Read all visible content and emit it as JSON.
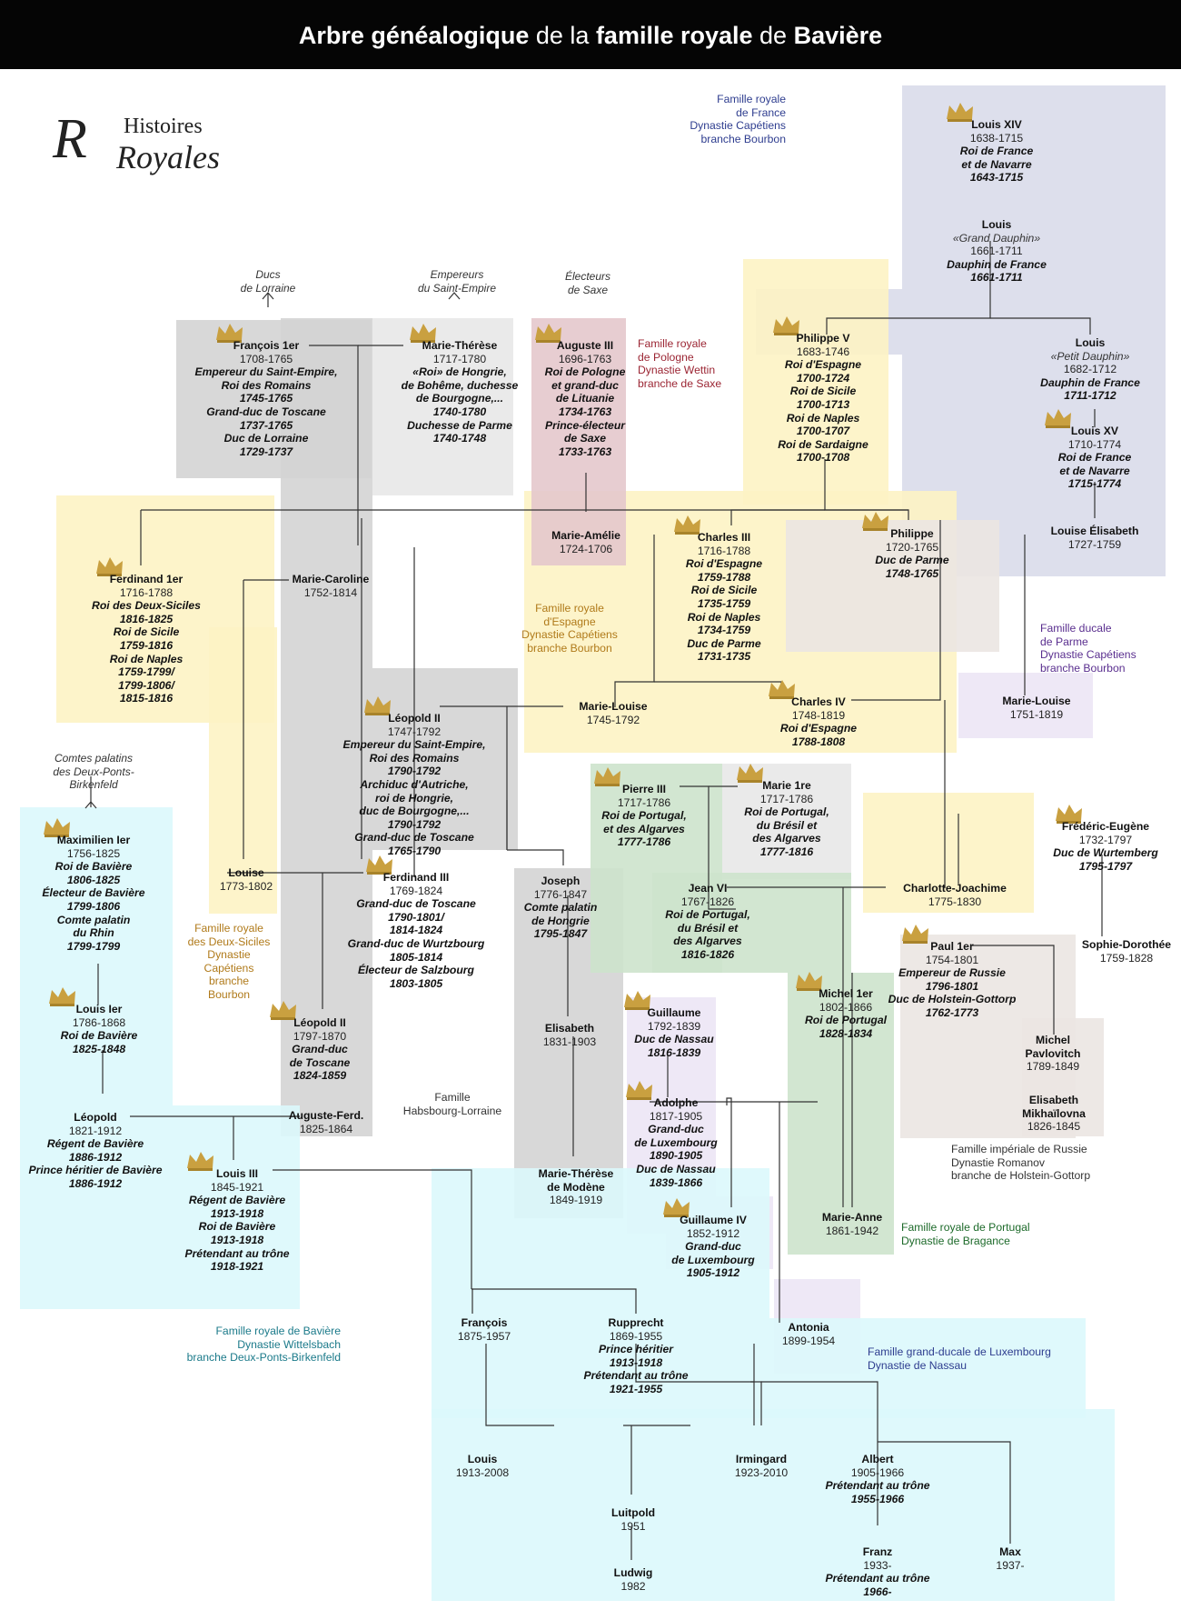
{
  "title": {
    "p1": "Arbre généalogique",
    "p2": " de la ",
    "p3": "famille royale",
    "p4": " de ",
    "p5": "Bavière"
  },
  "logo": {
    "line1": "Histoires",
    "line2": "Royales"
  },
  "colors": {
    "blue_box": "#d9dcea",
    "yellow_box": "#fdf3c4",
    "gray_box": "#d4d4d4",
    "light_gray_box": "#e8e8e8",
    "pink_box": "#e4c8cc",
    "green_box": "#cde3cc",
    "cyan_box": "#dcf8fc",
    "purple_box": "#ece6f5",
    "beige_box": "#ebe6e2",
    "crown": "#c9a040"
  },
  "external": {
    "lorraine": "Ducs\nde Lorraine",
    "empire": "Empereurs\ndu Saint-Empire",
    "saxe": "Électeurs\nde Saxe",
    "deuxponts": "Comtes palatins\ndes Deux-Ponts-\nBirkenfeld"
  },
  "families": {
    "france": "Famille royale\nde France\nDynastie Capétiens\nbranche Bourbon",
    "pologne": "Famille royale\nde Pologne\nDynastie Wettin\nbranche de Saxe",
    "espagne": "Famille royale\nd'Espagne\nDynastie Capétiens\nbranche Bourbon",
    "parme": "Famille ducale\nde Parme\nDynastie Capétiens\nbranche Bourbon",
    "siciles": "Famille royale\ndes Deux-Siciles\nDynastie\nCapétiens\nbranche\nBourbon",
    "habsbourg": "Famille\nHabsbourg-Lorraine",
    "russie": "Famille impériale de Russie\nDynastie Romanov\nbranche de Holstein-Gottorp",
    "portugal": "Famille royale de Portugal\nDynastie de Bragance",
    "baviere": "Famille royale de Bavière\nDynastie Wittelsbach\nbranche Deux-Ponts-Birkenfeld",
    "luxembourg": "Famille grand-ducale de Luxembourg\nDynastie de Nassau"
  },
  "people": [
    {
      "id": "louis14",
      "name": "Louis XIV",
      "dates": "1638-1715",
      "titles": "Roi de France\net de Navarre\n1643-1715"
    },
    {
      "id": "granddauphin",
      "name": "Louis",
      "sub": "«Grand Dauphin»",
      "dates": "1661-1711",
      "titles": "Dauphin de France\n1661-1711"
    },
    {
      "id": "petitdauphin",
      "name": "Louis",
      "sub": "«Petit Dauphin»",
      "dates": "1682-1712",
      "titles": "Dauphin de France\n1711-1712"
    },
    {
      "id": "louis15",
      "name": "Louis XV",
      "dates": "1710-1774",
      "titles": "Roi de France\net de Navarre\n1715-1774"
    },
    {
      "id": "louiseelisabeth",
      "name": "Louise Élisabeth",
      "dates": "1727-1759"
    },
    {
      "id": "philippe5",
      "name": "Philippe V",
      "dates": "1683-1746",
      "titles": "Roi d'Espagne\n1700-1724\nRoi de Sicile\n1700-1713\nRoi de Naples\n1700-1707\nRoi de Sardaigne\n1700-1708"
    },
    {
      "id": "francois1",
      "name": "François 1er",
      "dates": "1708-1765",
      "titles": "Empereur du Saint-Empire,\nRoi des Romains\n1745-1765\nGrand-duc de Toscane\n1737-1765\nDuc de Lorraine\n1729-1737"
    },
    {
      "id": "mariatheresa",
      "name": "Marie-Thérèse",
      "dates": "1717-1780",
      "titles": "«Roi» de Hongrie,\nde Bohême, duchesse\nde Bourgogne,...\n1740-1780\nDuchesse de Parme\n1740-1748"
    },
    {
      "id": "auguste3",
      "name": "Auguste III",
      "dates": "1696-1763",
      "titles": "Roi de Pologne\net grand-duc\nde Lituanie\n1734-1763\nPrince-électeur\nde Saxe\n1733-1763"
    },
    {
      "id": "marieamelie",
      "name": "Marie-Amélie",
      "dates": "1724-1706"
    },
    {
      "id": "charles3",
      "name": "Charles III",
      "dates": "1716-1788",
      "titles": "Roi d'Espagne\n1759-1788\nRoi de Sicile\n1735-1759\nRoi de Naples\n1734-1759\nDuc de Parme\n1731-1735"
    },
    {
      "id": "philippeparme",
      "name": "Philippe",
      "dates": "1720-1765",
      "titles": "Duc de Parme\n1748-1765"
    },
    {
      "id": "ferdinand1",
      "name": "Ferdinand 1er",
      "dates": "1716-1788",
      "titles": "Roi des Deux-Siciles\n1816-1825\nRoi de Sicile\n1759-1816\nRoi de Naples\n1759-1799/\n1799-1806/\n1815-1816"
    },
    {
      "id": "mariecaroline",
      "name": "Marie-Caroline",
      "dates": "1752-1814"
    },
    {
      "id": "leopold2",
      "name": "Léopold II",
      "dates": "1747-1792",
      "titles": "Empereur du Saint-Empire,\nRoi des Romains\n1790-1792\nArchiduc d'Autriche,\nroi de Hongrie,\nduc de Bourgogne,...\n1790-1792\nGrand-duc de Toscane\n1765-1790"
    },
    {
      "id": "marielouise1",
      "name": "Marie-Louise",
      "dates": "1745-1792"
    },
    {
      "id": "charles4",
      "name": "Charles IV",
      "dates": "1748-1819",
      "titles": "Roi d'Espagne\n1788-1808"
    },
    {
      "id": "marielouise2",
      "name": "Marie-Louise",
      "dates": "1751-1819"
    },
    {
      "id": "maximilien1",
      "name": "Maximilien Ier",
      "dates": "1756-1825",
      "titles": "Roi de Bavière\n1806-1825\nÉlecteur de Bavière\n1799-1806\nComte palatin\ndu Rhin\n1799-1799"
    },
    {
      "id": "louise",
      "name": "Louise",
      "dates": "1773-1802"
    },
    {
      "id": "ferdinand3",
      "name": "Ferdinand III",
      "dates": "1769-1824",
      "titles": "Grand-duc de Toscane\n1790-1801/\n1814-1824\nGrand-duc de Wurtzbourg\n1805-1814\nÉlecteur de Salzbourg\n1803-1805"
    },
    {
      "id": "joseph",
      "name": "Joseph",
      "dates": "1776-1847",
      "titles": "Comte palatin\nde Hongrie\n1795-1847"
    },
    {
      "id": "pierre3",
      "name": "Pierre III",
      "dates": "1717-1786",
      "titles": "Roi de Portugal,\net des Algarves\n1777-1786"
    },
    {
      "id": "marie1",
      "name": "Marie 1re",
      "dates": "1717-1786",
      "titles": "Roi de Portugal,\ndu Brésil et\ndes Algarves\n1777-1816"
    },
    {
      "id": "jean6",
      "name": "Jean VI",
      "dates": "1767-1826",
      "titles": "Roi de Portugal,\ndu Brésil et\ndes Algarves\n1816-1826"
    },
    {
      "id": "charlottejoachime",
      "name": "Charlotte-Joachime",
      "dates": "1775-1830"
    },
    {
      "id": "fredericeugene",
      "name": "Frédéric-Eugène",
      "dates": "1732-1797",
      "titles": "Duc de Wurtemberg\n1795-1797"
    },
    {
      "id": "sophiedorothee",
      "name": "Sophie-Dorothée",
      "dates": "1759-1828"
    },
    {
      "id": "paul1",
      "name": "Paul 1er",
      "dates": "1754-1801",
      "titles": "Empereur de Russie\n1796-1801\nDuc de Holstein-Gottorp\n1762-1773"
    },
    {
      "id": "michelpav",
      "name": "Michel\nPavlovitch",
      "dates": "1789-1849"
    },
    {
      "id": "elisabethmikh",
      "name": "Elisabeth\nMikhaïlovna",
      "dates": "1826-1845"
    },
    {
      "id": "louis1",
      "name": "Louis Ier",
      "dates": "1786-1868",
      "titles": "Roi de Bavière\n1825-1848"
    },
    {
      "id": "leopoldtoscane",
      "name": "Léopold II",
      "dates": "1797-1870",
      "titles": "Grand-duc\nde Toscane\n1824-1859"
    },
    {
      "id": "elisabethj",
      "name": "Elisabeth",
      "dates": "1831-1903"
    },
    {
      "id": "guillaume",
      "name": "Guillaume",
      "dates": "1792-1839",
      "titles": "Duc de Nassau\n1816-1839"
    },
    {
      "id": "michel1",
      "name": "Michel 1er",
      "dates": "1802-1866",
      "titles": "Roi de Portugal\n1828-1834"
    },
    {
      "id": "adolphe",
      "name": "Adolphe",
      "dates": "1817-1905",
      "titles": "Grand-duc\nde Luxembourg\n1890-1905\nDuc de Nassau\n1839-1866"
    },
    {
      "id": "leopold",
      "name": "Léopold",
      "dates": "1821-1912",
      "titles": "Régent de Bavière\n1886-1912\nPrince héritier de Bavière\n1886-1912"
    },
    {
      "id": "augusteferd",
      "name": "Auguste-Ferd.",
      "dates": "1825-1864"
    },
    {
      "id": "louis3",
      "name": "Louis III",
      "dates": "1845-1921",
      "titles": "Régent de Bavière\n1913-1918\nRoi de Bavière\n1913-1918\nPrétendant au trône\n1918-1921"
    },
    {
      "id": "mariethmodene",
      "name": "Marie-Thérèse\nde Modène",
      "dates": "1849-1919"
    },
    {
      "id": "guillaume4",
      "name": "Guillaume IV",
      "dates": "1852-1912",
      "titles": "Grand-duc\nde Luxembourg\n1905-1912"
    },
    {
      "id": "marieanne",
      "name": "Marie-Anne",
      "dates": "1861-1942"
    },
    {
      "id": "francois",
      "name": "François",
      "dates": "1875-1957"
    },
    {
      "id": "rupprecht",
      "name": "Rupprecht",
      "dates": "1869-1955",
      "titles": "Prince héritier\n1913-1918\nPrétendant au trône\n1921-1955"
    },
    {
      "id": "antonia",
      "name": "Antonia",
      "dates": "1899-1954"
    },
    {
      "id": "louisb",
      "name": "Louis",
      "dates": "1913-2008"
    },
    {
      "id": "irmingard",
      "name": "Irmingard",
      "dates": "1923-2010"
    },
    {
      "id": "albert",
      "name": "Albert",
      "dates": "1905-1966",
      "titles": "Prétendant au trône\n1955-1966"
    },
    {
      "id": "luitpold",
      "name": "Luitpold",
      "dates": "1951"
    },
    {
      "id": "franz",
      "name": "Franz",
      "dates": "1933-",
      "titles": "Prétendant au trône\n1966-"
    },
    {
      "id": "max",
      "name": "Max",
      "dates": "1937-"
    },
    {
      "id": "ludwig",
      "name": "Ludwig",
      "dates": "1982"
    }
  ]
}
